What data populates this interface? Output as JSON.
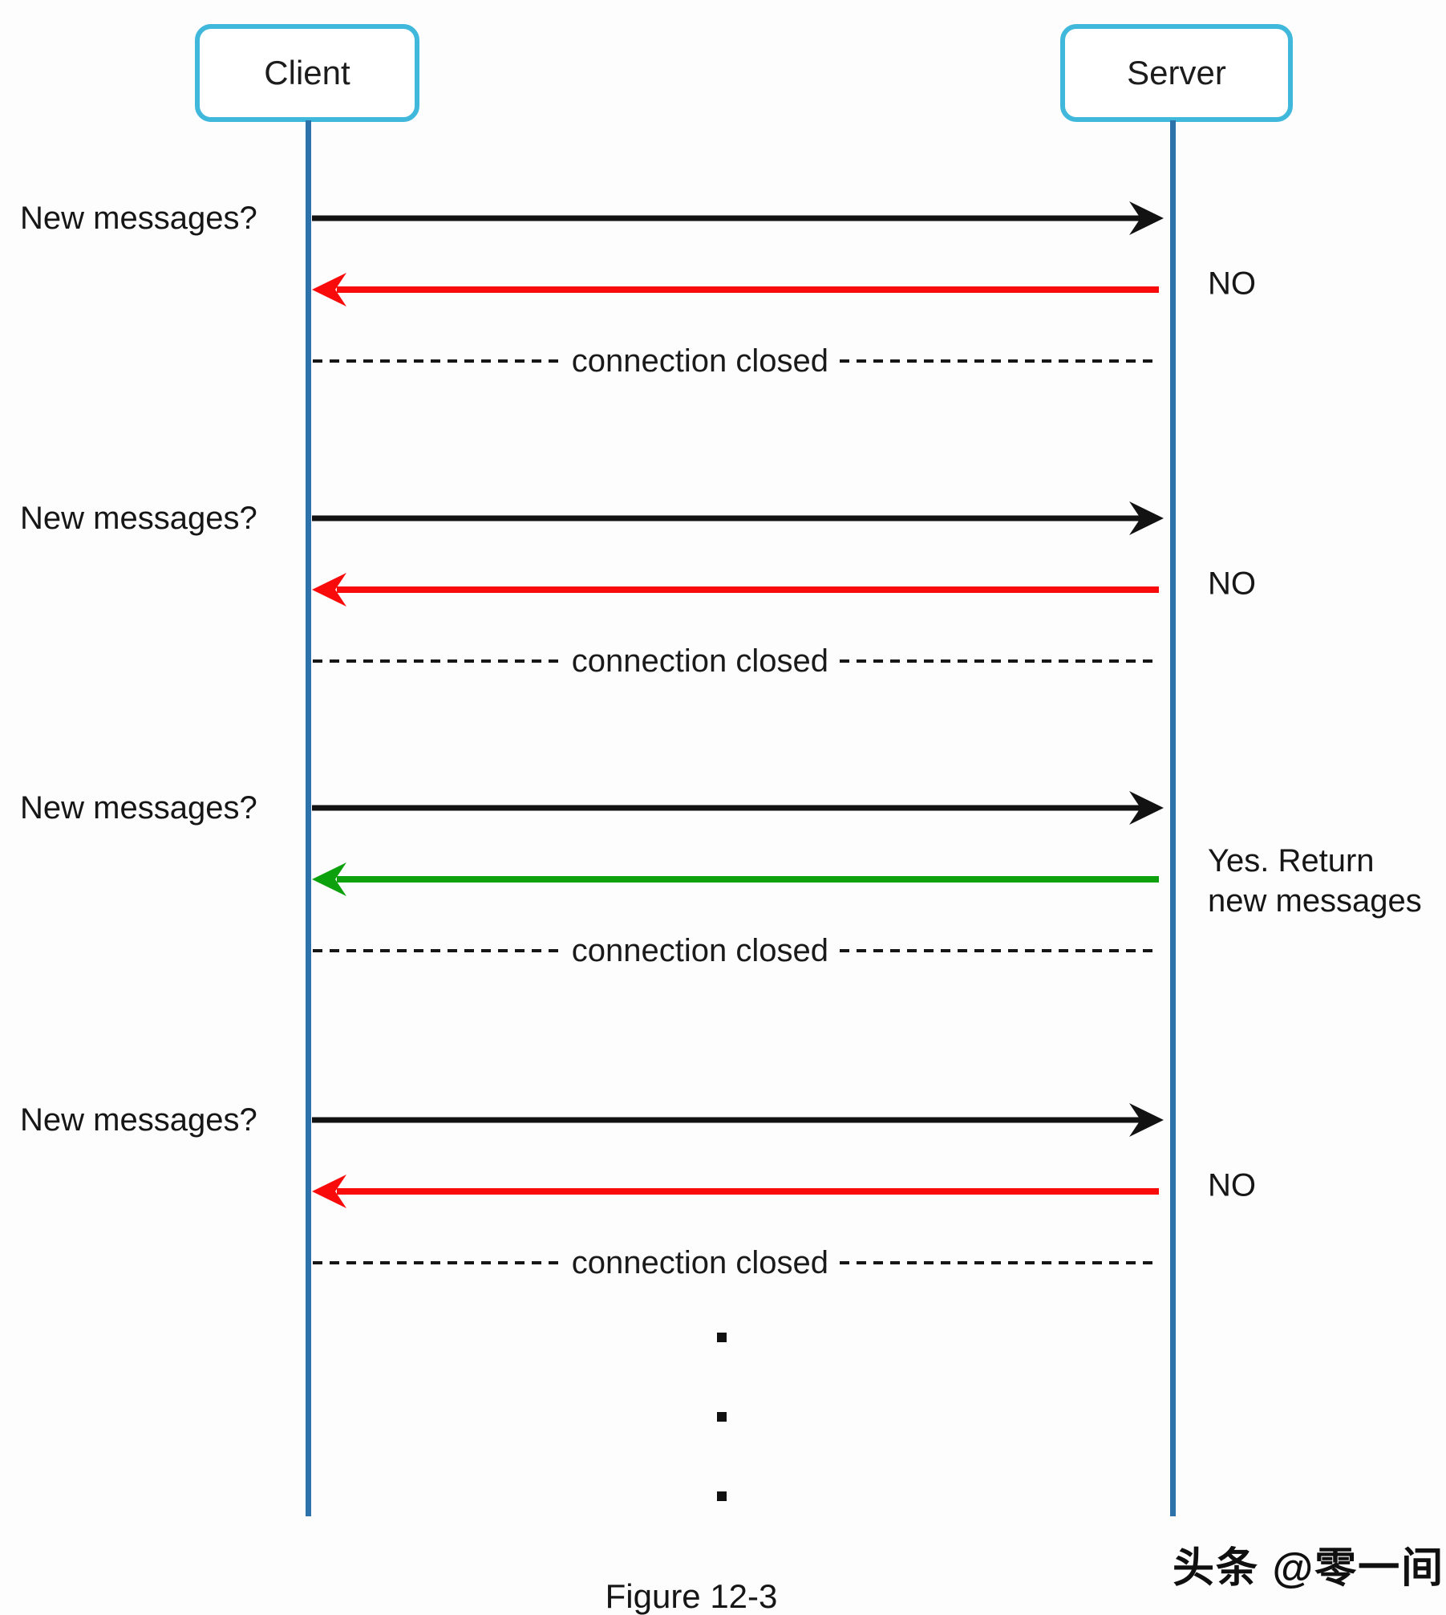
{
  "figure": {
    "caption": "Figure 12-3",
    "watermark": "头条 @零一间"
  },
  "actors": [
    {
      "id": "client",
      "label": "Client"
    },
    {
      "id": "server",
      "label": "Server"
    }
  ],
  "exchanges": [
    {
      "request": "New messages?",
      "response": "NO",
      "response_color": "red",
      "note": "connection closed"
    },
    {
      "request": "New messages?",
      "response": "NO",
      "response_color": "red",
      "note": "connection closed"
    },
    {
      "request": "New messages?",
      "response_lines": [
        "Yes. Return",
        "new messages"
      ],
      "response_color": "green",
      "note": "connection closed"
    },
    {
      "request": "New messages?",
      "response": "NO",
      "response_color": "red",
      "note": "connection closed"
    }
  ],
  "continuation": {
    "dot_count": 3
  },
  "colors": {
    "actor_border": "#3fb8dc",
    "lifeline": "#2e72ab",
    "request_arrow": "#121212",
    "response_no": "#f90b0b",
    "response_yes": "#0da10d",
    "note_line": "#161616"
  }
}
